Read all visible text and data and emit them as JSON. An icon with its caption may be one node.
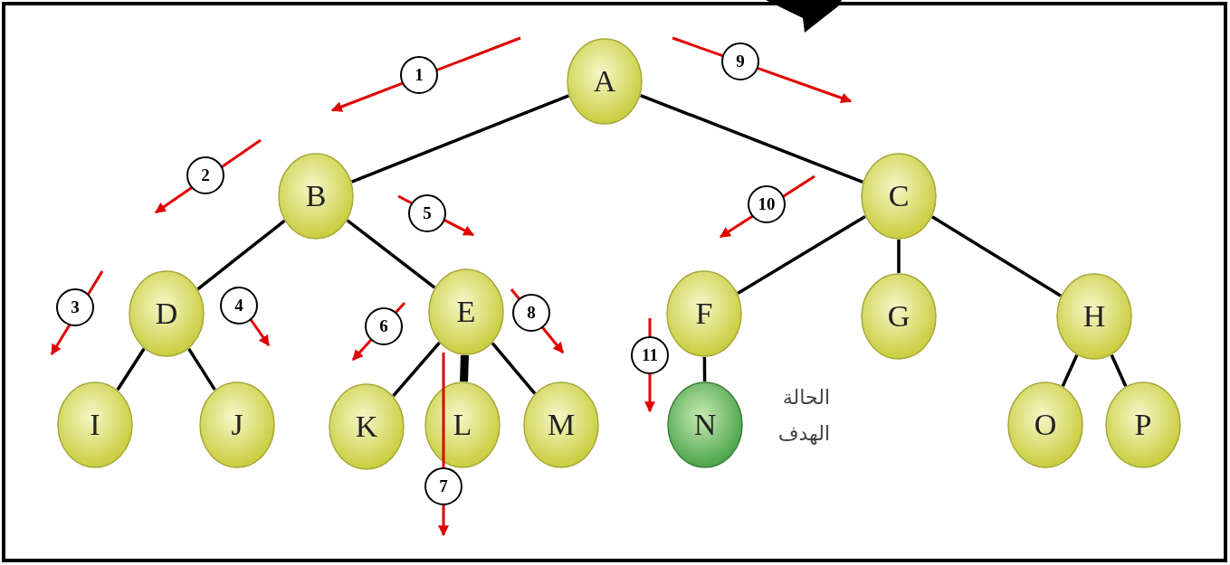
{
  "diagram": {
    "nodes": [
      {
        "text": [
          "A"
        ]
      },
      {
        "text": [
          "B"
        ]
      },
      {
        "text": [
          "C"
        ]
      },
      {
        "text": [
          "D"
        ]
      },
      {
        "text": [
          "E"
        ]
      },
      {
        "text": [
          "F"
        ]
      },
      {
        "text": [
          "G"
        ]
      },
      {
        "text": [
          "H"
        ]
      },
      {
        "text": [
          "I"
        ]
      },
      {
        "text": [
          "J"
        ]
      },
      {
        "text": [
          "K"
        ]
      },
      {
        "text": [
          "L"
        ]
      },
      {
        "text": [
          "M"
        ]
      },
      {
        "text": [
          "N"
        ],
        "beside": [
          "الحالة الهدف"
        ]
      },
      {
        "text": [
          "O"
        ]
      },
      {
        "text": [
          "P"
        ]
      }
    ],
    "edges": [
      {
        "from": 0,
        "to": 1,
        "arrow": "none"
      },
      {
        "from": 0,
        "to": 2,
        "arrow": "none"
      },
      {
        "from": 1,
        "to": 3,
        "arrow": "none"
      },
      {
        "from": 1,
        "to": 4,
        "arrow": "none"
      },
      {
        "from": 3,
        "to": 8,
        "arrow": "none"
      },
      {
        "from": 3,
        "to": 9,
        "arrow": "none"
      },
      {
        "from": 4,
        "to": 10,
        "arrow": "none"
      },
      {
        "from": 4,
        "to": 11,
        "arrow": "none",
        "style": "thick"
      },
      {
        "from": 4,
        "to": 12,
        "arrow": "none"
      },
      {
        "from": 2,
        "to": 5,
        "arrow": "none"
      },
      {
        "from": 2,
        "to": 6,
        "arrow": "none"
      },
      {
        "from": 2,
        "to": 7,
        "arrow": "none"
      },
      {
        "from": 5,
        "to": 13,
        "arrow": "none"
      },
      {
        "from": 7,
        "to": 14,
        "arrow": "none"
      },
      {
        "from": 7,
        "to": 15,
        "arrow": "none"
      }
    ],
    "labels": [
      "1",
      "2",
      "3",
      "4",
      "5",
      "6",
      "7",
      "8",
      "9",
      "10",
      "11"
    ]
  }
}
